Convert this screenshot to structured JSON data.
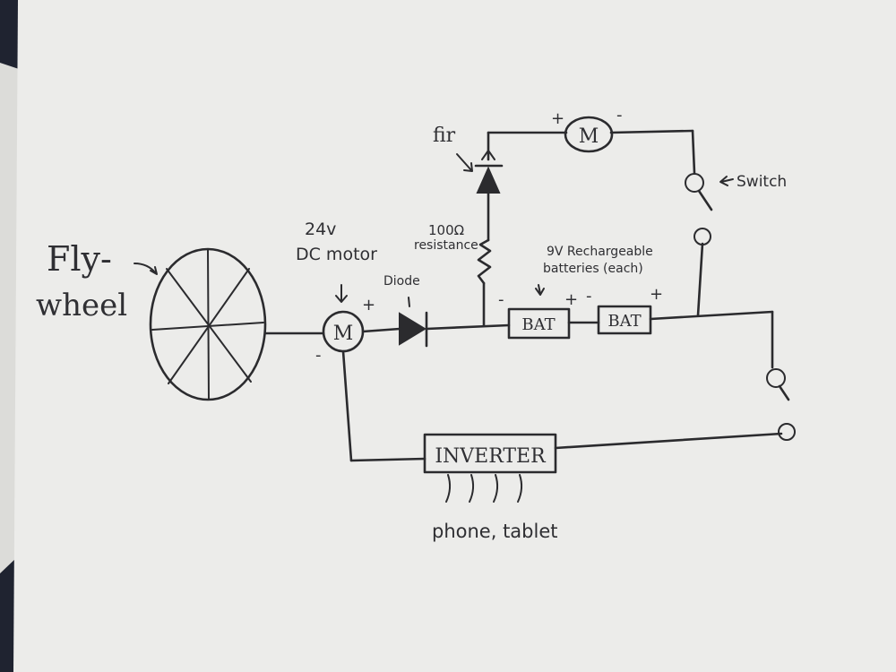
{
  "labels": {
    "flywheel_line1": "Fly-",
    "flywheel_line2": "wheel",
    "motor_rating_line1": "24v",
    "motor_rating_line2": "DC motor",
    "diode_label": "Diode",
    "fir_label": "fir",
    "resistor_line1": "100Ω",
    "resistor_line2": "resistance",
    "battery_line1": "9V Rechargeable",
    "battery_line2": "batteries (each)",
    "switch_label": "Switch",
    "inverter_label": "INVERTER",
    "output_label": "phone, tablet",
    "motor_symbol": "M",
    "battery_symbol": "BAT",
    "plus": "+",
    "minus": "-"
  },
  "colors": {
    "paper": "#ececea",
    "ink": "#2b2b2e",
    "background": "#1f2330",
    "red_sheet": "#c23a35"
  }
}
